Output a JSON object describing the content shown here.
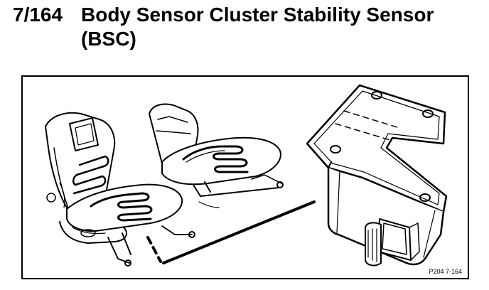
{
  "section": {
    "number": "7/164",
    "title": "Body Sensor Cluster Stability Sensor (BSC)"
  },
  "figure": {
    "code": "P204 7-164",
    "icon": "seat-and-sensor-illustration"
  }
}
